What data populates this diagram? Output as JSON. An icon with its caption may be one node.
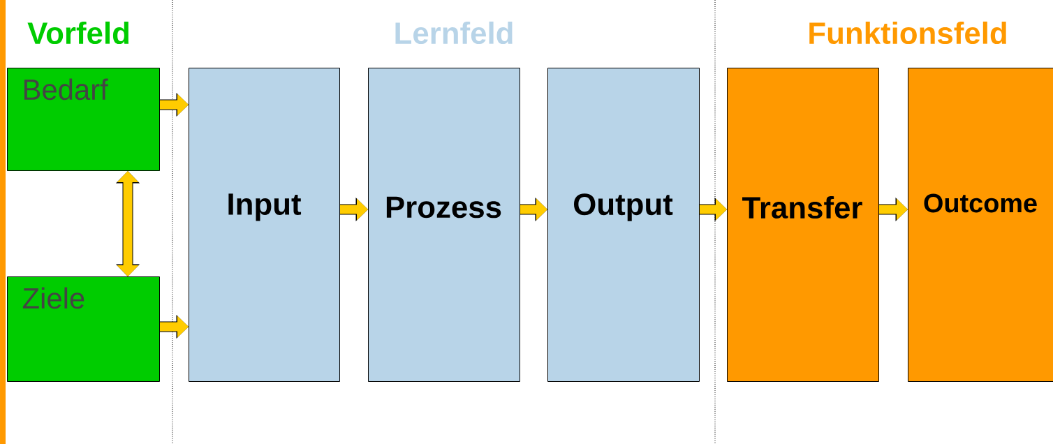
{
  "diagram": {
    "nodes": [
      {
        "text": [
          "Bedarf"
        ]
      },
      {
        "text": [
          "Ziele"
        ]
      },
      {
        "text": [
          "Input"
        ]
      },
      {
        "text": [
          "Prozess"
        ]
      },
      {
        "text": [
          "Output"
        ]
      },
      {
        "text": [
          "Transfer"
        ]
      },
      {
        "text": [
          "Outcome"
        ]
      }
    ],
    "edges": [
      {
        "from": 0,
        "to": 1,
        "arrow": "both"
      },
      {
        "from": 0,
        "to": 2,
        "arrow": "to"
      },
      {
        "from": 1,
        "to": 2,
        "arrow": "to"
      },
      {
        "from": 2,
        "to": 3,
        "arrow": "to"
      },
      {
        "from": 3,
        "to": 4,
        "arrow": "to"
      },
      {
        "from": 4,
        "to": 5,
        "arrow": "to"
      },
      {
        "from": 5,
        "to": 6,
        "arrow": "to"
      }
    ],
    "labels": [
      "Vorfeld",
      "Lernfeld",
      "Funktionsfeld"
    ]
  }
}
